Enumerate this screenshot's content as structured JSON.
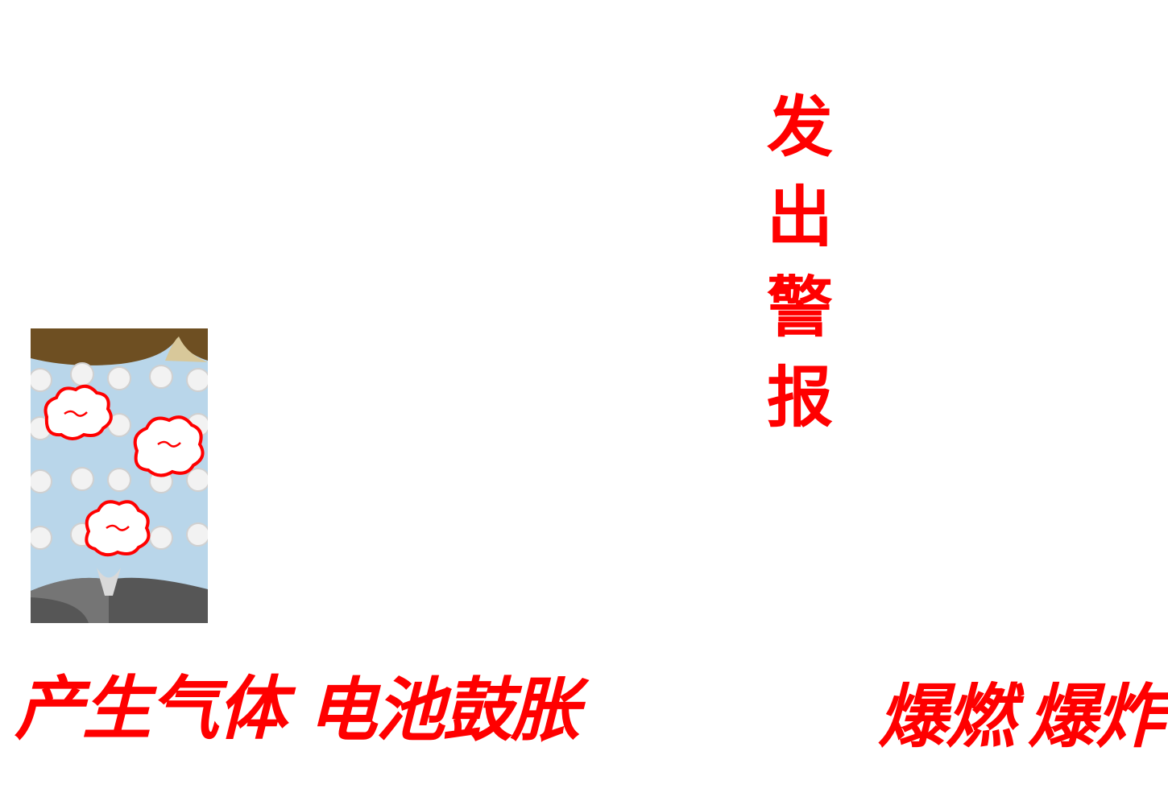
{
  "steps": {
    "gas": "产生气体",
    "swell": "电池鼓胀",
    "alarm": [
      "发",
      "出",
      "警",
      "报"
    ],
    "burn": "爆燃",
    "explode": "爆炸"
  },
  "colors": {
    "label": "#ff0000",
    "arrow": "#111111",
    "battery_fill": "#a9a9a9",
    "battery_border": "#4455dd",
    "terminal_blue": "#3a6fd8",
    "separator_blue": "#b9d6ea",
    "electrode_brown": "#6e4f22",
    "electrode_gray": "#565656",
    "flame": "#f39c12"
  },
  "icons": [
    "gas-bubble-icon",
    "battery-icon",
    "smartphone-icon",
    "flame-icon",
    "explosion-icon",
    "arrow-icon"
  ]
}
